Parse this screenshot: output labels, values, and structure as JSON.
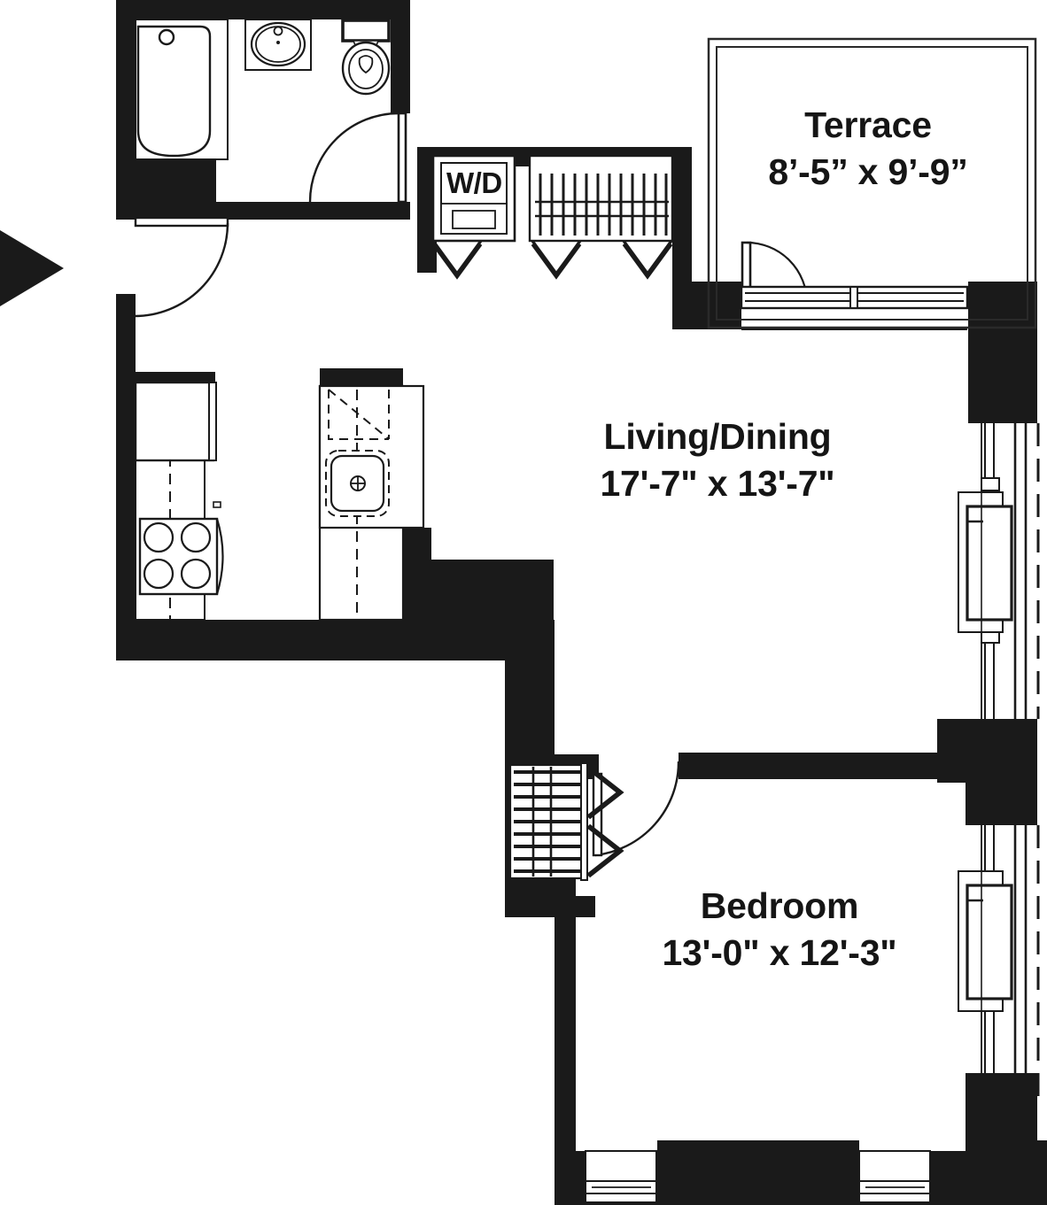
{
  "plan": {
    "title": "Residence Floor Plan",
    "unit_system": "feet-inches",
    "colors": {
      "wall": "#1a1a1a",
      "fixture_stroke": "#1a1a1a",
      "background": "#ffffff",
      "label_text": "#151515"
    }
  },
  "rooms": [
    {
      "key": "terrace",
      "name": "Terrace",
      "dimensions": "8’-5” x 9’-9”",
      "width_ft": "8'-5\"",
      "depth_ft": "9'-9\""
    },
    {
      "key": "living_dining",
      "name": "Living/Dining",
      "dimensions": "17'-7\" x 13'-7\"",
      "width_ft": "17'-7\"",
      "depth_ft": "13'-7\""
    },
    {
      "key": "bedroom",
      "name": "Bedroom",
      "dimensions": "13'-0\" x 12'-3\"",
      "width_ft": "13'-0\"",
      "depth_ft": "12'-3\""
    }
  ],
  "annotations": {
    "washer_dryer": "W/D"
  },
  "fixtures": [
    {
      "key": "bathtub",
      "label": "bathtub"
    },
    {
      "key": "vanity-sink",
      "label": "vanity sink"
    },
    {
      "key": "toilet",
      "label": "toilet"
    },
    {
      "key": "washer-dryer",
      "label": "W/D"
    },
    {
      "key": "refrigerator",
      "label": "refrigerator"
    },
    {
      "key": "range",
      "label": "range"
    },
    {
      "key": "kitchen-sink",
      "label": "kitchen sink"
    },
    {
      "key": "dishwasher",
      "label": "dishwasher"
    }
  ],
  "openings": [
    {
      "key": "entry-door",
      "label": "entry door"
    },
    {
      "key": "bathroom-door",
      "label": "bathroom door"
    },
    {
      "key": "terrace-door",
      "label": "terrace door"
    },
    {
      "key": "bedroom-door",
      "label": "bedroom door"
    },
    {
      "key": "wd-bifold",
      "label": "W/D bi-fold door"
    },
    {
      "key": "hall-closet-bifold",
      "label": "hall closet bi-fold doors"
    },
    {
      "key": "bedroom-closet-bifold",
      "label": "bedroom closet bi-fold doors"
    }
  ],
  "markers": {
    "entry_arrow": "entry-arrow"
  }
}
